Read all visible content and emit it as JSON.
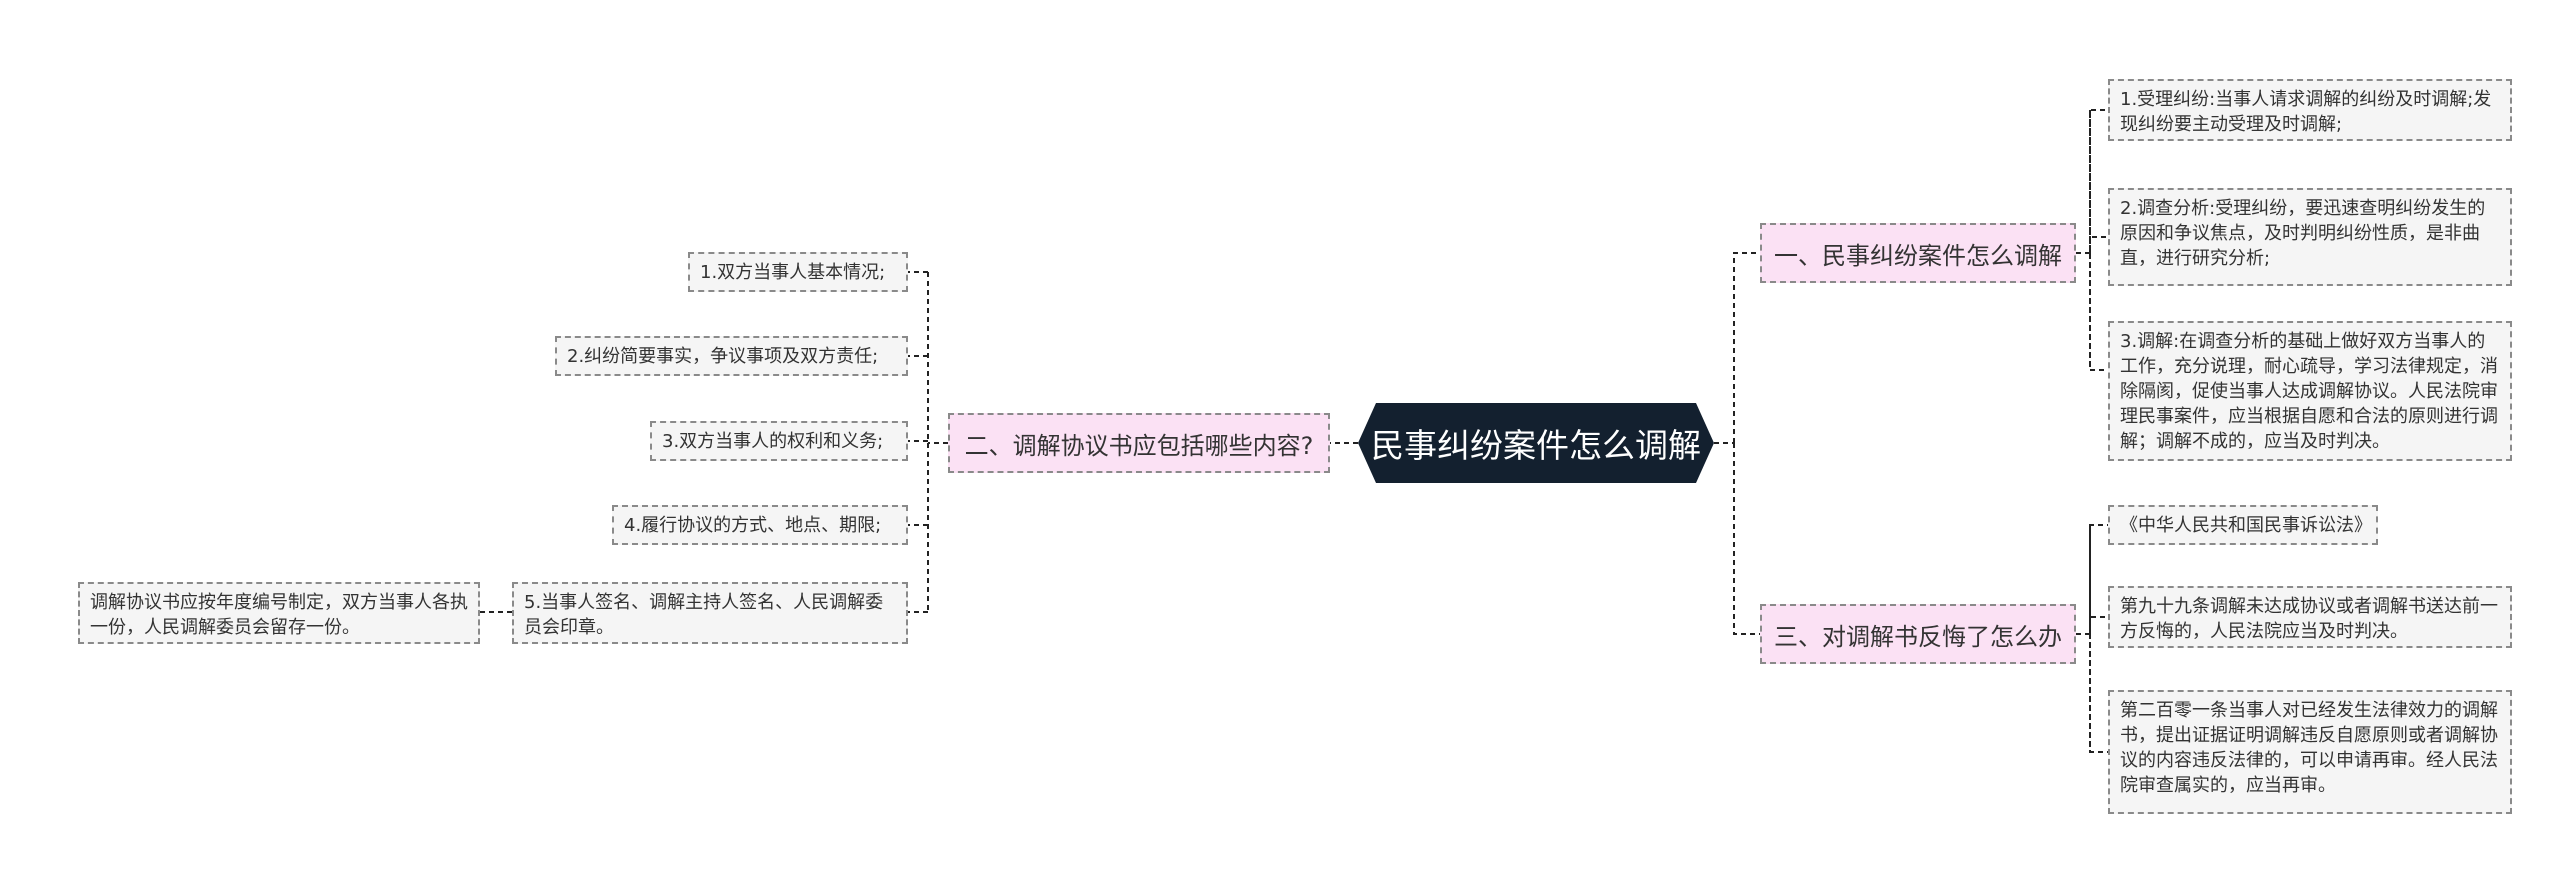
{
  "center": {
    "label": "民事纠纷案件怎么调解"
  },
  "branch1": {
    "label": "一、民事纠纷案件怎么调解",
    "items": [
      "1.受理纠纷:当事人请求调解的纠纷及时调解;发现纠纷要主动受理及时调解;",
      "2.调查分析:受理纠纷，要迅速查明纠纷发生的原因和争议焦点，及时判明纠纷性质，是非曲直，进行研究分析;",
      "3.调解:在调查分析的基础上做好双方当事人的工作，充分说理，耐心疏导，学习法律规定，消除隔阂，促使当事人达成调解协议。人民法院审理民事案件，应当根据自愿和合法的原则进行调解；调解不成的，应当及时判决。"
    ]
  },
  "branch2": {
    "label": "二、调解协议书应包括哪些内容?",
    "items": [
      "1.双方当事人基本情况;",
      "2.纠纷简要事实，争议事项及双方责任;",
      "3.双方当事人的权利和义务;",
      "4.履行协议的方式、地点、期限;",
      "5.当事人签名、调解主持人签名、人民调解委员会印章。"
    ],
    "subitem": "调解协议书应按年度编号制定，双方当事人各执一份，人民调解委员会留存一份。"
  },
  "branch3": {
    "label": "三、对调解书反悔了怎么办",
    "items": [
      "《中华人民共和国民事诉讼法》",
      "第九十九条调解未达成协议或者调解书送达前一方反悔的，人民法院应当及时判决。",
      "第二百零一条当事人对已经发生法律效力的调解书，提出证据证明调解违反自愿原则或者调解协议的内容违反法律的，可以申请再审。经人民法院审查属实的，应当再审。"
    ]
  }
}
